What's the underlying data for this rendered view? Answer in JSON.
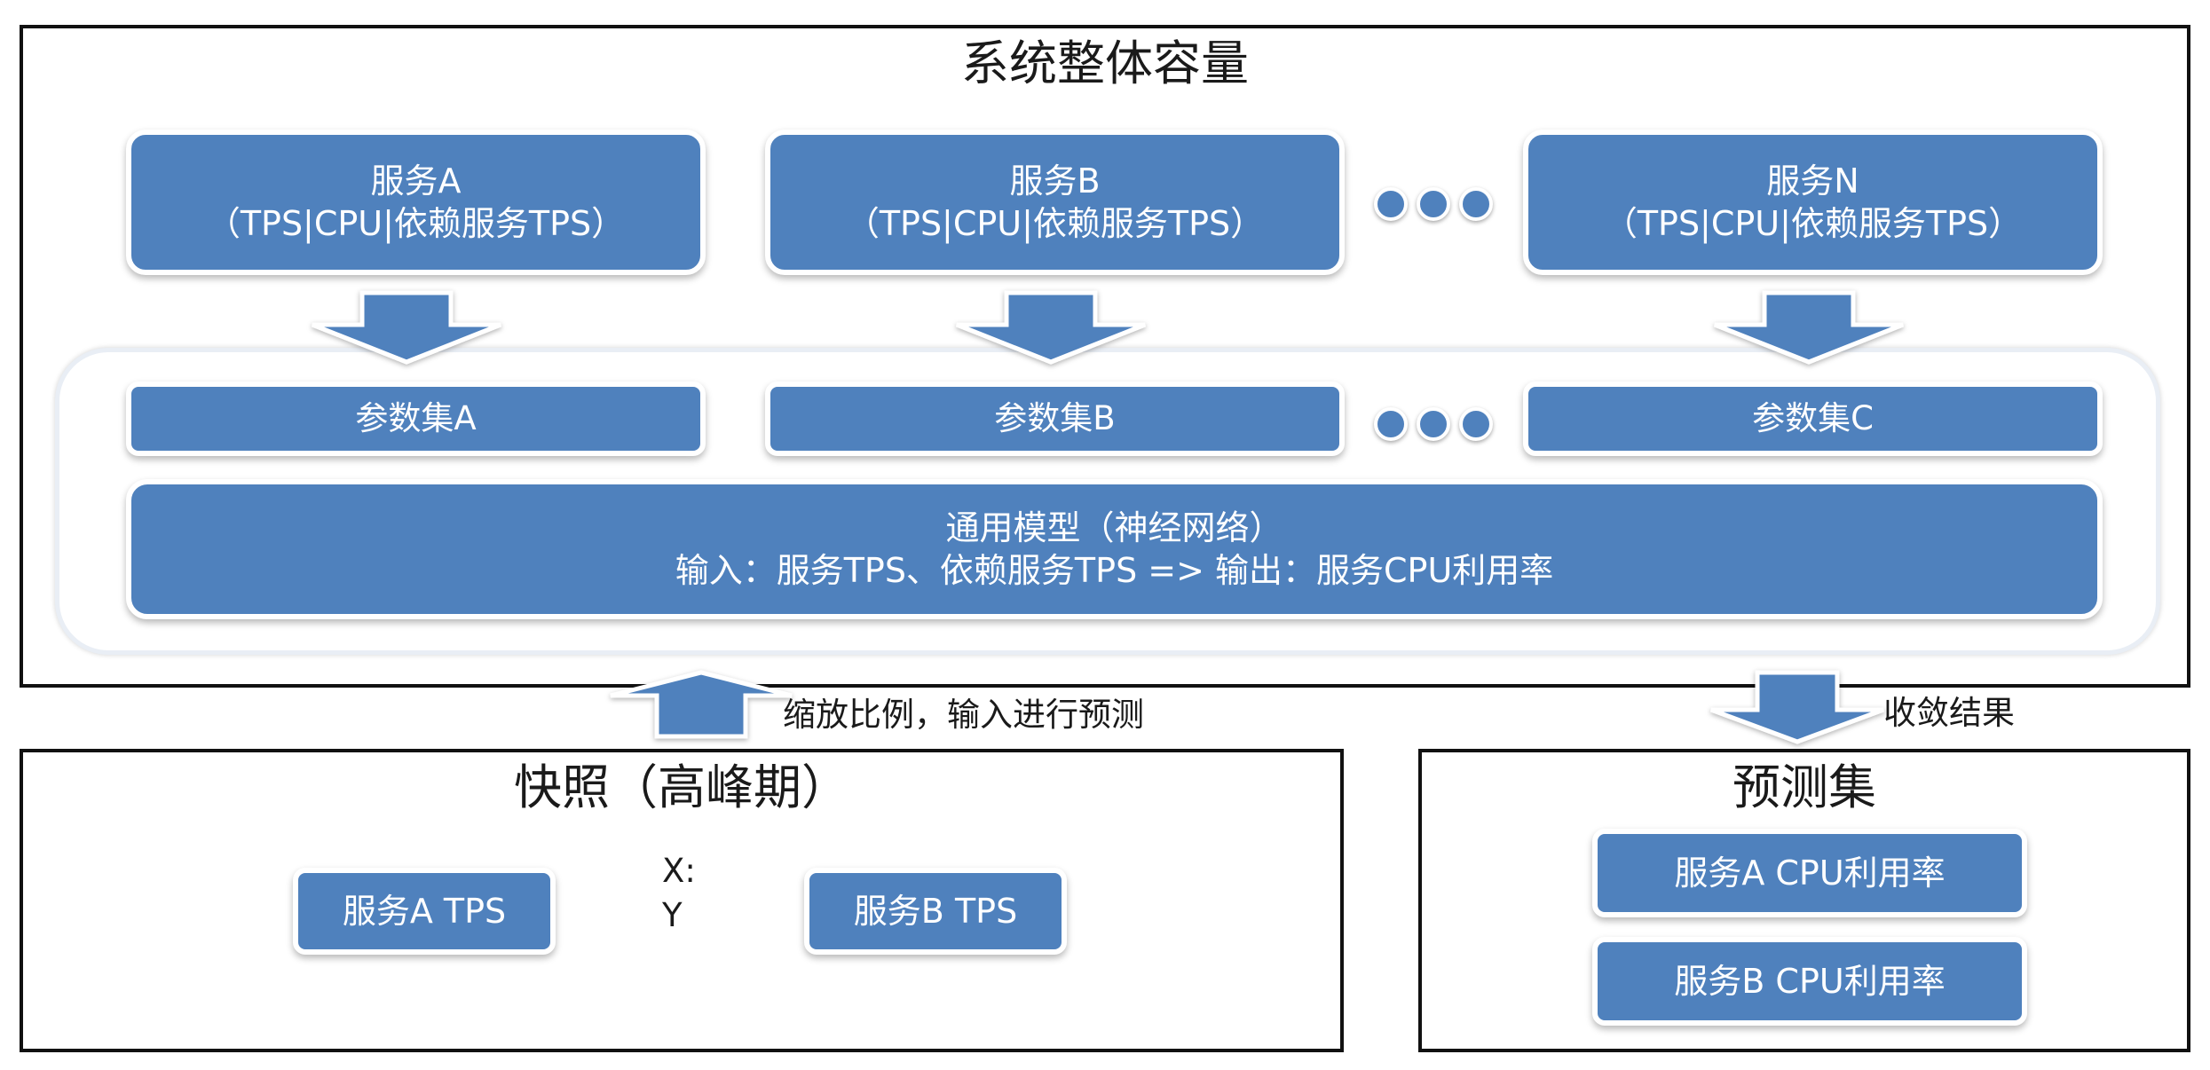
{
  "diagram": {
    "top_title": "系统整体容量",
    "services": [
      {
        "name": "服务A",
        "detail": "（TPS|CPU|依赖服务TPS）"
      },
      {
        "name": "服务B",
        "detail": "（TPS|CPU|依赖服务TPS）"
      },
      {
        "name": "服务N",
        "detail": "（TPS|CPU|依赖服务TPS）"
      }
    ],
    "param_sets": [
      "参数集A",
      "参数集B",
      "参数集C"
    ],
    "model": {
      "line1": "通用模型（神经网络）",
      "line2": "输入：服务TPS、依赖服务TPS => 输出：服务CPU利用率"
    },
    "scale_label": "缩放比例，输入进行预测",
    "converge_label": "收敛结果",
    "snapshot": {
      "title": "快照（高峰期）",
      "left_box": "服务A TPS",
      "right_box": "服务B TPS",
      "ratio_line1": "X:",
      "ratio_line2": "Y"
    },
    "prediction": {
      "title": "预测集",
      "items": [
        "服务A CPU利用率",
        "服务B CPU利用率"
      ]
    },
    "colors": {
      "box_fill": "#4f81bd",
      "box_text": "#ffffff",
      "frame": "#111111"
    }
  }
}
